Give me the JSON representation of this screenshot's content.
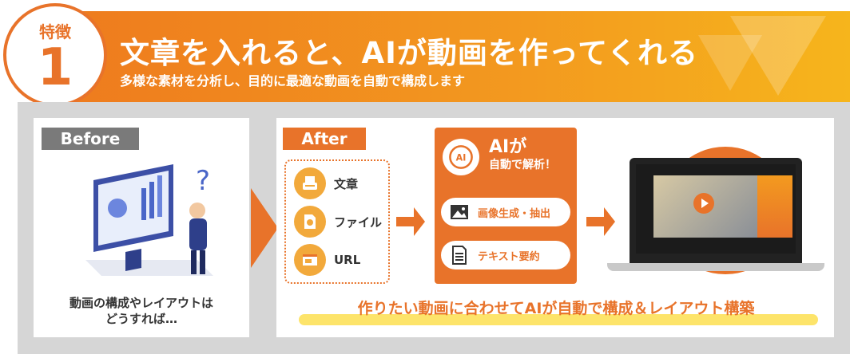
{
  "header": {
    "title": "文章を入れると、AIが動画を作ってくれる",
    "subtitle": "多様な素材を分析し、目的に最適な動画を自動で構成します"
  },
  "badge": {
    "label": "特徴",
    "number": "1"
  },
  "before": {
    "tag": "Before",
    "caption_line1": "動画の構成やレイアウトは",
    "caption_line2": "どうすれば…"
  },
  "after": {
    "tag": "After",
    "inputs": [
      {
        "label": "文章",
        "icon": "typewriter-icon"
      },
      {
        "label": "ファイル",
        "icon": "file-icon"
      },
      {
        "label": "URL",
        "icon": "browser-icon"
      }
    ],
    "ai": {
      "title": "AIが",
      "subtitle": "自動で解析！",
      "items": [
        {
          "label": "画像生成・抽出",
          "icon": "image-icon"
        },
        {
          "label": "テキスト要約",
          "icon": "document-icon"
        }
      ]
    },
    "banner": "作りたい動画に合わせてAIが自動で構成＆レイアウト構築"
  },
  "colors": {
    "accent": "#e8732a",
    "gray_tag": "#7a7a7a",
    "highlight": "#fde46a"
  }
}
